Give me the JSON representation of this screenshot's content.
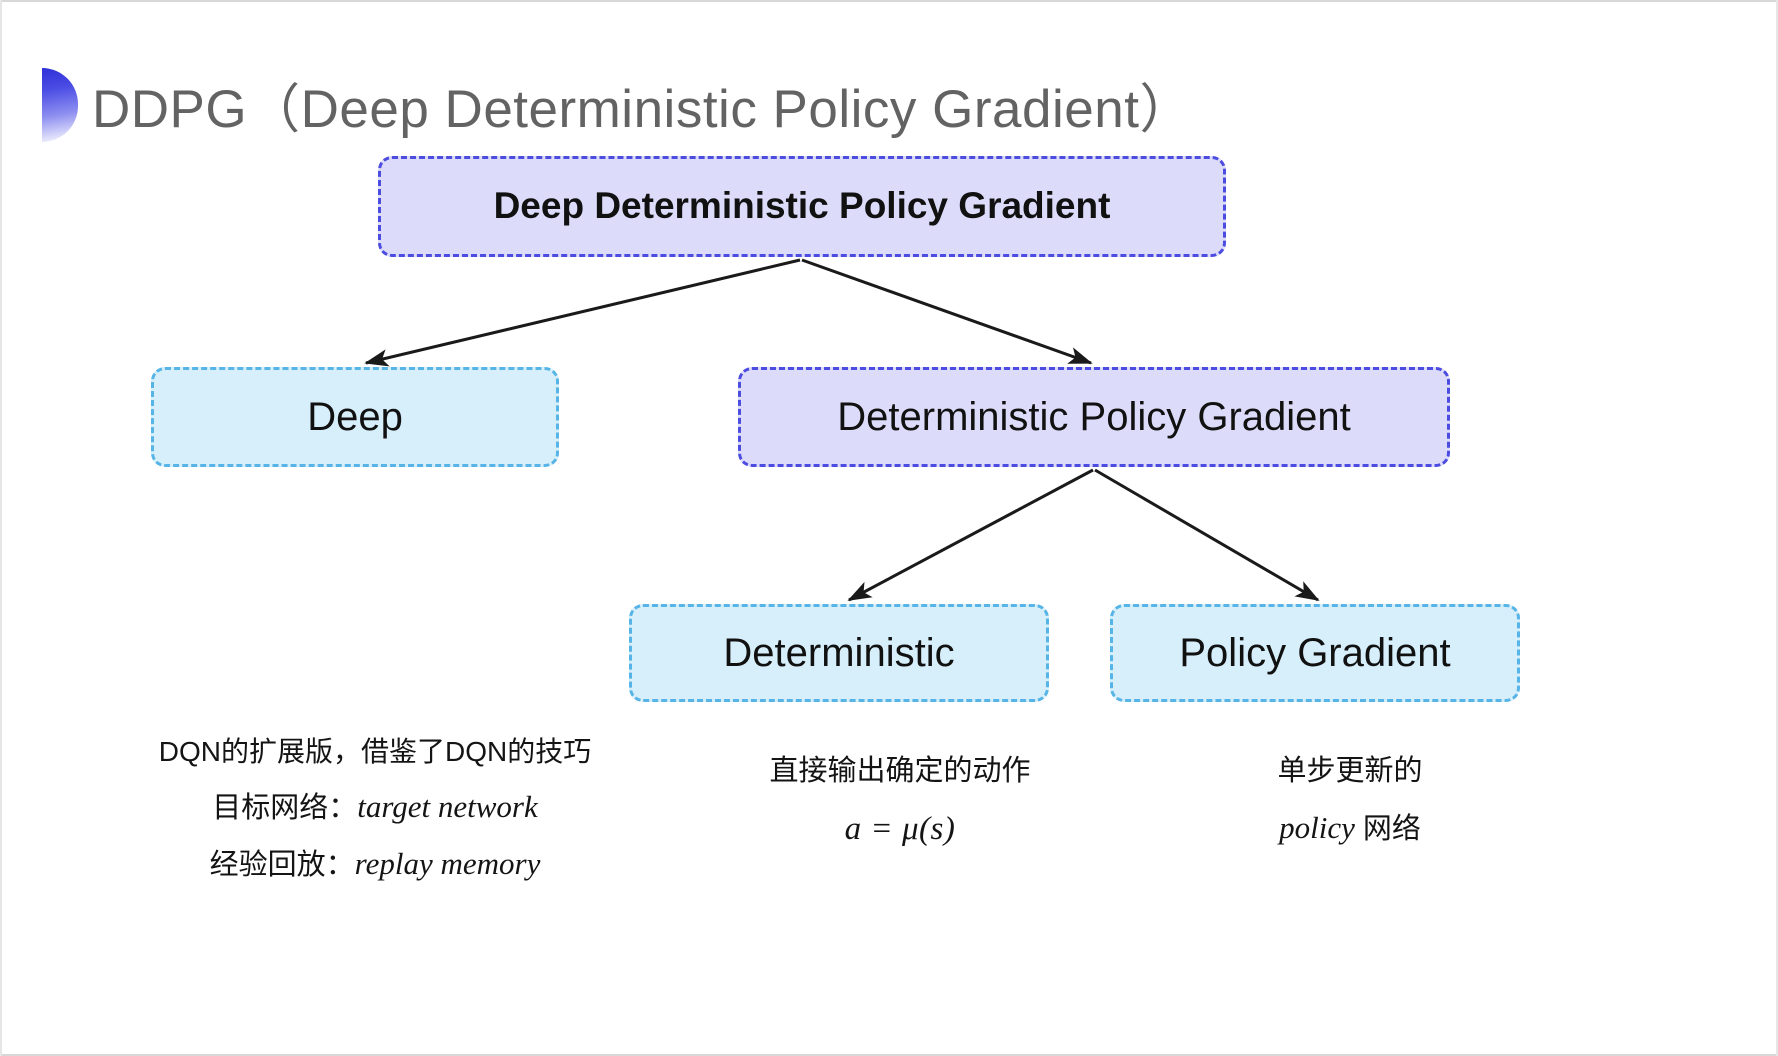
{
  "slide": {
    "title": "DDPG（Deep Deterministic Policy Gradient）",
    "background_color": "#ffffff",
    "title_color": "#636363",
    "accent_color": "#2f30d8"
  },
  "diagram": {
    "type": "tree",
    "nodes": [
      {
        "id": "root",
        "label": "Deep Deterministic Policy Gradient",
        "style": "purple",
        "fill": "#dcdcfa",
        "border": "#4c4ce0"
      },
      {
        "id": "deep",
        "label": "Deep",
        "style": "blue",
        "fill": "#d6effb",
        "border": "#57b4e6"
      },
      {
        "id": "dpg",
        "label": "Deterministic Policy Gradient",
        "style": "purple",
        "fill": "#dcdcfa",
        "border": "#4c4ce0"
      },
      {
        "id": "deterministic",
        "label": "Deterministic",
        "style": "blue",
        "fill": "#d6effb",
        "border": "#57b4e6"
      },
      {
        "id": "policy_gradient",
        "label": "Policy Gradient",
        "style": "blue",
        "fill": "#d6effb",
        "border": "#57b4e6"
      }
    ],
    "edges": [
      {
        "from": "root",
        "to": "deep"
      },
      {
        "from": "root",
        "to": "dpg"
      },
      {
        "from": "dpg",
        "to": "deterministic"
      },
      {
        "from": "dpg",
        "to": "policy_gradient"
      }
    ],
    "arrow_color": "#1a1a1a"
  },
  "captions": {
    "left": {
      "line1": "DQN的扩展版，借鉴了DQN的技巧",
      "line2_label": "目标网络：",
      "line2_term": "target network",
      "line3_label": "经验回放：",
      "line3_term": "replay memory"
    },
    "middle": {
      "line1": "直接输出确定的动作",
      "formula": "a = μ(s)"
    },
    "right": {
      "line1": "单步更新的",
      "line2_term": "policy",
      "line2_suffix": " 网络"
    }
  }
}
